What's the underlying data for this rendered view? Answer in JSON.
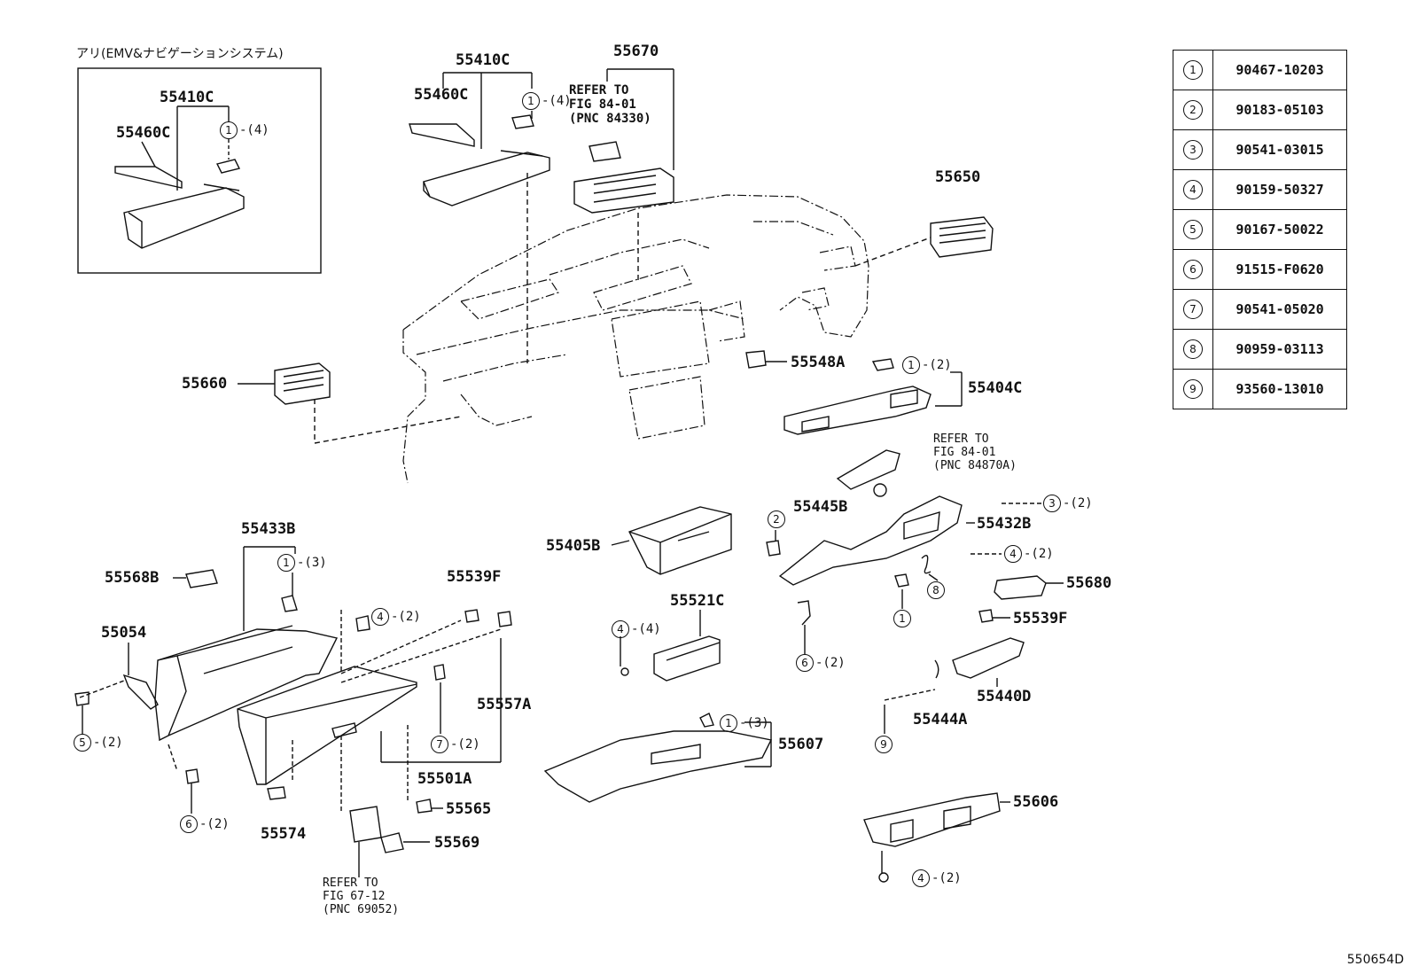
{
  "inset": {
    "title": "アリ(EMV&ナビゲーションシステム)"
  },
  "labels": {
    "p55410C_inset": "55410C",
    "p55460C_inset": "55460C",
    "p55410C": "55410C",
    "p55460C": "55460C",
    "p55670": "55670",
    "p55650": "55650",
    "p55660": "55660",
    "p55548A": "55548A",
    "p55404C": "55404C",
    "p55445B": "55445B",
    "p55432B": "55432B",
    "p55405B": "55405B",
    "p55680": "55680",
    "p55539F_right": "55539F",
    "p55433B": "55433B",
    "p55568B": "55568B",
    "p55539F_left": "55539F",
    "p55054": "55054",
    "p55557A": "55557A",
    "p55521C": "55521C",
    "p55501A": "55501A",
    "p55565": "55565",
    "p55574": "55574",
    "p55569": "55569",
    "p55607": "55607",
    "p55440D": "55440D",
    "p55444A": "55444A",
    "p55606": "55606"
  },
  "refs": {
    "ref_55670": "REFER TO\nFIG 84-01\n(PNC 84330)",
    "ref_55445B": "REFER TO\nFIG 84-01\n(PNC 84870A)",
    "ref_55569": "REFER TO\nFIG 67-12\n(PNC 69052)"
  },
  "callouts": {
    "c1_inset": {
      "num": "1",
      "qty": "-(4)"
    },
    "c1_top": {
      "num": "1",
      "qty": "-(4)"
    },
    "c1_55404C": {
      "num": "1",
      "qty": "-(2)"
    },
    "c3_55432B": {
      "num": "3",
      "qty": "-(2)"
    },
    "c4_55432B": {
      "num": "4",
      "qty": "-(2)"
    },
    "c2_bracket": {
      "num": "2",
      "qty": ""
    },
    "c8_spring": {
      "num": "8",
      "qty": ""
    },
    "c1_clip": {
      "num": "1",
      "qty": ""
    },
    "c6_bracket": {
      "num": "6",
      "qty": "-(2)"
    },
    "c1_55433B": {
      "num": "1",
      "qty": "-(3)"
    },
    "c4_glovebox": {
      "num": "4",
      "qty": "-(2)"
    },
    "c5_55054": {
      "num": "5",
      "qty": "-(2)"
    },
    "c6_glovebox": {
      "num": "6",
      "qty": "-(2)"
    },
    "c7_55501A": {
      "num": "7",
      "qty": "-(2)"
    },
    "c4_55521C": {
      "num": "4",
      "qty": "-(4)"
    },
    "c1_55607": {
      "num": "1",
      "qty": "-(3)"
    },
    "c9_55444A": {
      "num": "9",
      "qty": ""
    },
    "c4_55606": {
      "num": "4",
      "qty": "-(2)"
    }
  },
  "bolt_table": [
    {
      "num": "1",
      "part": "90467-10203"
    },
    {
      "num": "2",
      "part": "90183-05103"
    },
    {
      "num": "3",
      "part": "90541-03015"
    },
    {
      "num": "4",
      "part": "90159-50327"
    },
    {
      "num": "5",
      "part": "90167-50022"
    },
    {
      "num": "6",
      "part": "91515-F0620"
    },
    {
      "num": "7",
      "part": "90541-05020"
    },
    {
      "num": "8",
      "part": "90959-03113"
    },
    {
      "num": "9",
      "part": "93560-13010"
    }
  ],
  "footer": {
    "diagram_id": "550654D"
  }
}
